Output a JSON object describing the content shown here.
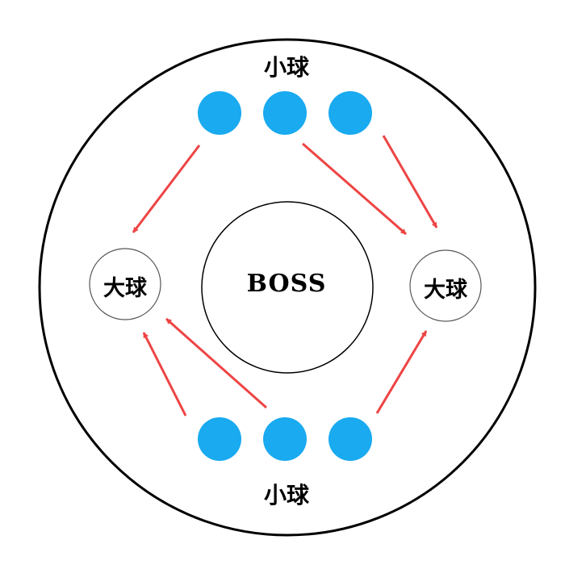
{
  "diagram": {
    "top_group_label": "小球",
    "bottom_group_label": "小球",
    "left_big_ball_label": "大球",
    "right_big_ball_label": "大球",
    "center_label": "BOSS"
  },
  "colors": {
    "small_ball": "#19aaf0",
    "arrow": "#ee4444",
    "outline": "#000000"
  }
}
